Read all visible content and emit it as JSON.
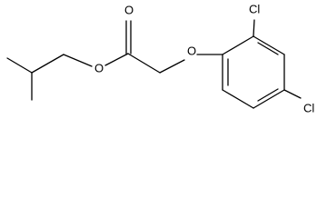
{
  "molecule": {
    "atom_labels": {
      "carbonyl_oxygen": "O",
      "ester_oxygen": "O",
      "ether_oxygen": "O",
      "chlorine_ortho": "Cl",
      "chlorine_para": "Cl"
    }
  },
  "colors": {
    "bond": "#000000",
    "label": "#000000",
    "background": "#ffffff"
  }
}
